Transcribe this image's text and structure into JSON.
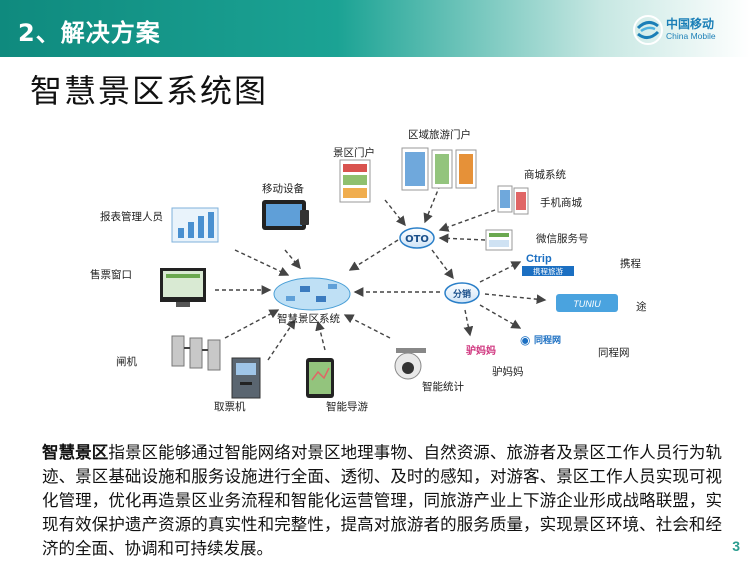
{
  "header": {
    "section_title": "2、解决方案"
  },
  "logo": {
    "name_cn": "中国移动",
    "name_en": "China Mobile"
  },
  "page_title": "智慧景区系统图",
  "diagram": {
    "center": "智慧景区系统",
    "hubs": {
      "oto": "OTO",
      "distribution": "分销"
    },
    "nodes": {
      "report_staff": "报表管理人员",
      "mobile_device": "移动设备",
      "scenic_portal": "景区门户",
      "regional_portal": "区域旅游门户",
      "mall_system": "商城系统",
      "mobile_mall": "手机商城",
      "wechat": "微信服务号",
      "ctrip": "携程",
      "ctrip_logo": "携程旅游",
      "tuniu": "途",
      "ly": "同程网",
      "ly_logo": "同程网",
      "lvmama": "驴妈妈",
      "lvmama_logo": "驴妈妈",
      "smart_stats": "智能统计",
      "smart_guide": "智能导游",
      "ticket_machine": "取票机",
      "gate": "闸机",
      "ticket_window": "售票窗口"
    }
  },
  "description": {
    "term": "智慧景区",
    "text": "指景区能够通过智能网络对景区地理事物、自然资源、旅游者及景区工作人员行为轨迹、景区基础设施和服务设施进行全面、透彻、及时的感知，对游客、景区工作人员实现可视化管理，优化再造景区业务流程和智能化运营管理，同旅游产业上下游企业形成战略联盟，实现有效保护遗产资源的真实性和完整性，提高对旅游者的服务质量，实现景区环境、社会和经济的全面、协调和可持续发展。"
  },
  "page_number": "3",
  "colors": {
    "header_teal": "#1ba394",
    "brand_blue": "#1b7fb7",
    "hub_blue": "#2a7fc8"
  }
}
